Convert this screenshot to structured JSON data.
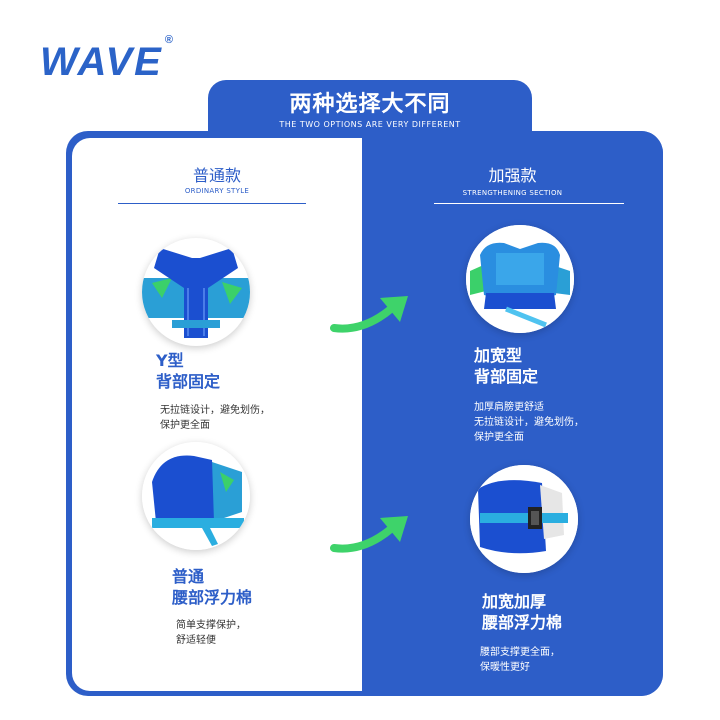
{
  "brand": {
    "name": "WAVE",
    "mark": "®"
  },
  "header": {
    "title": "两种选择大不同",
    "subtitle": "THE TWO OPTIONS ARE VERY DIFFERENT"
  },
  "ordinary": {
    "title": "普通款",
    "subtitle": "ORDINARY STYLE",
    "features": [
      {
        "title_line1": "Y型",
        "title_line2": "背部固定",
        "desc_line1": "无拉链设计，避免划伤，",
        "desc_line2": "保护更全面"
      },
      {
        "title_line1": "普通",
        "title_line2": "腰部浮力棉",
        "desc_line1": "简单支撑保护，",
        "desc_line2": "舒适轻便"
      }
    ]
  },
  "strengthened": {
    "title": "加强款",
    "subtitle": "STRENGTHENING SECTION",
    "features": [
      {
        "title_line1": "加宽型",
        "title_line2": "背部固定",
        "desc_line1": "加厚肩膀更舒适",
        "desc_line2": "无拉链设计，避免划伤，",
        "desc_line3": "保护更全面"
      },
      {
        "title_line1": "加宽加厚",
        "title_line2": "腰部浮力棉",
        "desc_line1": "腰部支撑更全面，",
        "desc_line2": "保暖性更好"
      }
    ]
  },
  "colors": {
    "brand_blue": "#2d5ec8",
    "arrow_green": "#3ed36a",
    "text_dark": "#333333"
  }
}
